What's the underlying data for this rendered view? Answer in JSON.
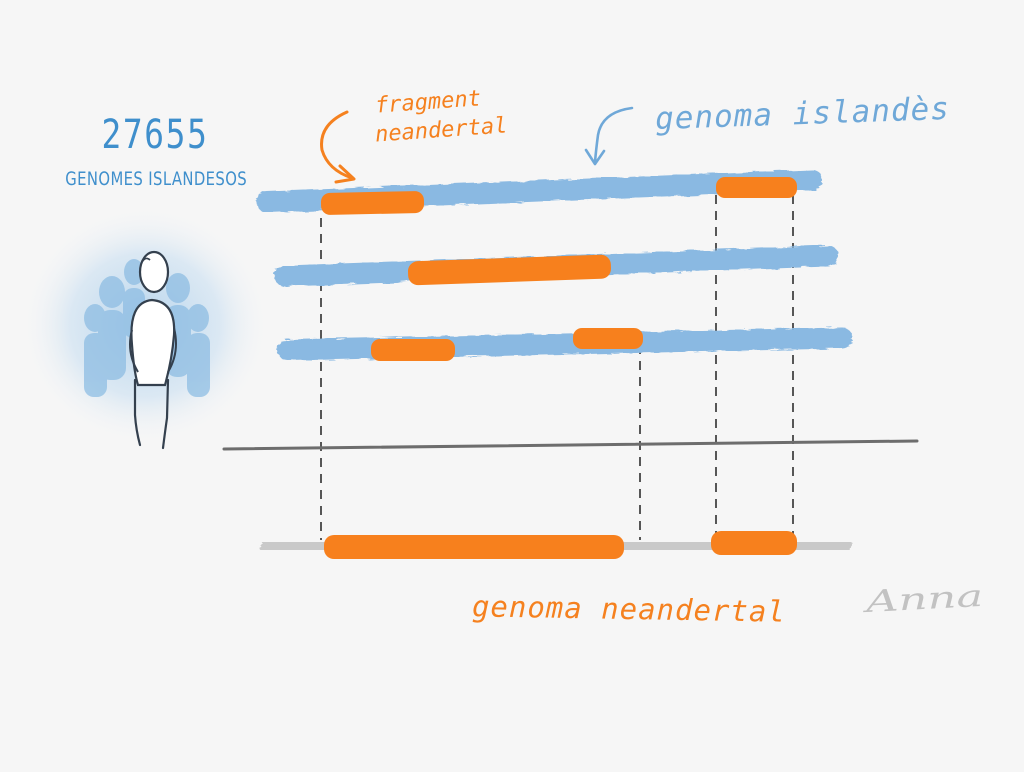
{
  "population": {
    "count": "27655",
    "label": "GENOMES ISLANDESOS"
  },
  "annotations": {
    "fragment_line1": "fragment",
    "fragment_line2": "neandertal",
    "icelandic_genome": "genoma islandès",
    "neanderthal_genome": "genoma neandertal"
  },
  "signature": "Anna",
  "colors": {
    "icelandic_track": "#8ab9e2",
    "neanderthal_fragment": "#f7801d",
    "neanderthal_track": "#c9c9c9",
    "divider": "#6d6d6d",
    "title_blue": "#3f8fcc",
    "label_blue": "#6fa8d8",
    "label_orange": "#f5811f"
  }
}
